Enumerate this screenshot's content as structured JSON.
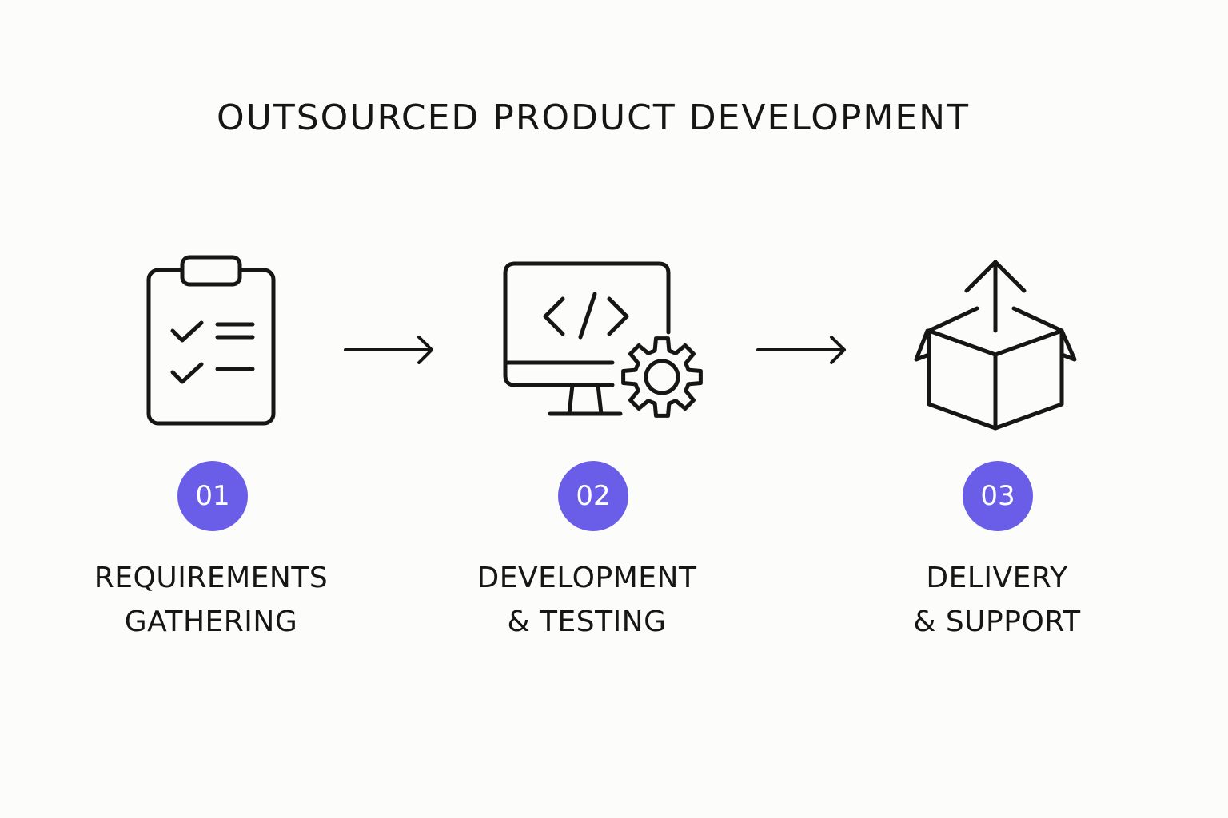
{
  "title": "OUTSOURCED PRODUCT DEVELOPMENT",
  "accent_color": "#6a5ee8",
  "stroke_color": "#161616",
  "steps": [
    {
      "number": "01",
      "icon": "clipboard-checklist-icon",
      "label_lines": [
        "REQUIREMENTS",
        "GATHERING"
      ]
    },
    {
      "number": "02",
      "icon": "monitor-code-gear-icon",
      "label_lines": [
        "DEVELOPMENT",
        "& TESTING"
      ]
    },
    {
      "number": "03",
      "icon": "box-upload-icon",
      "label_lines": [
        "DELIVERY",
        "& SUPPORT"
      ]
    }
  ],
  "connectors": [
    "arrow-right-icon",
    "arrow-right-icon"
  ]
}
